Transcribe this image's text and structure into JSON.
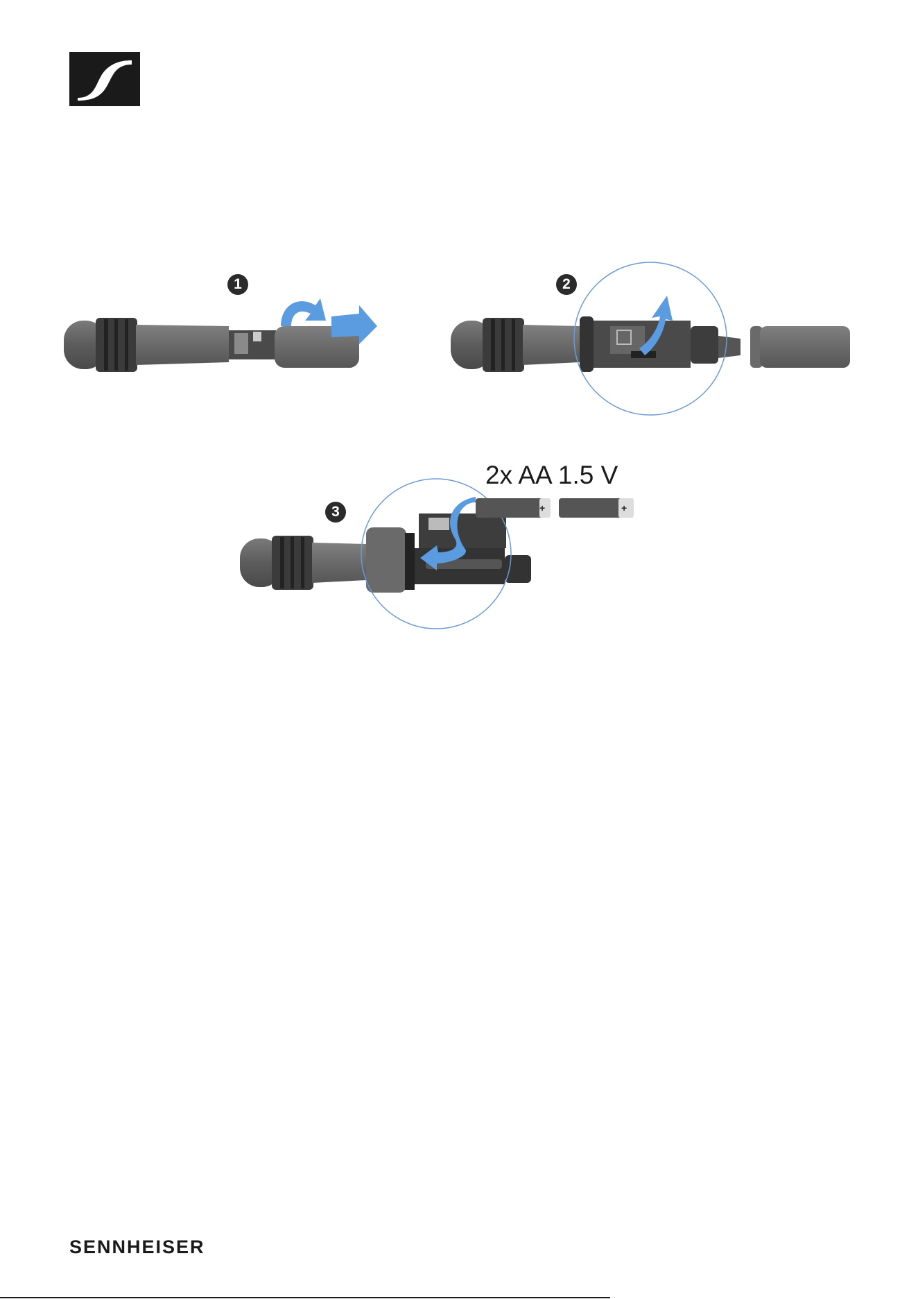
{
  "brand": {
    "name": "SENNHEISER",
    "logo_icon": "sennheiser-s-logo"
  },
  "steps": [
    {
      "number": "1",
      "icon": "twist-and-pull-arrow-icon"
    },
    {
      "number": "2",
      "icon": "lift-arrow-icon"
    },
    {
      "number": "3",
      "icon": "insert-arrow-icon"
    }
  ],
  "battery_label": "2x AA 1.5 V",
  "colors": {
    "arrow": "#5b9be0",
    "mic_body": "#6f6f6f",
    "mic_dark": "#3a3a3a",
    "zoom_circle": "#6a9ad8"
  }
}
